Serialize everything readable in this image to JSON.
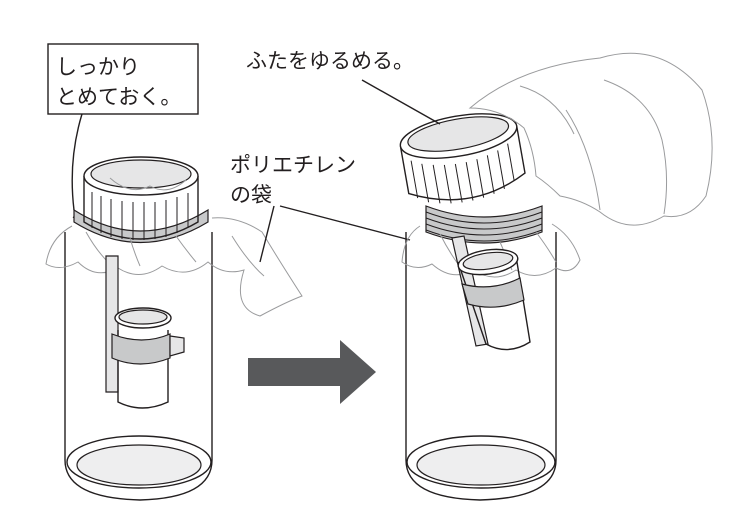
{
  "labels": {
    "fasten_line1": "しっかり",
    "fasten_line2": "とめておく。",
    "loosen_lid": "ふたをゆるめる。",
    "bag_line1": "ポリエチレン",
    "bag_line2": "の袋"
  },
  "colors": {
    "ink": "#231f20",
    "arrow": "#58595b",
    "light_gray": "#e6e6e7",
    "mid_gray": "#c8c9ca"
  }
}
